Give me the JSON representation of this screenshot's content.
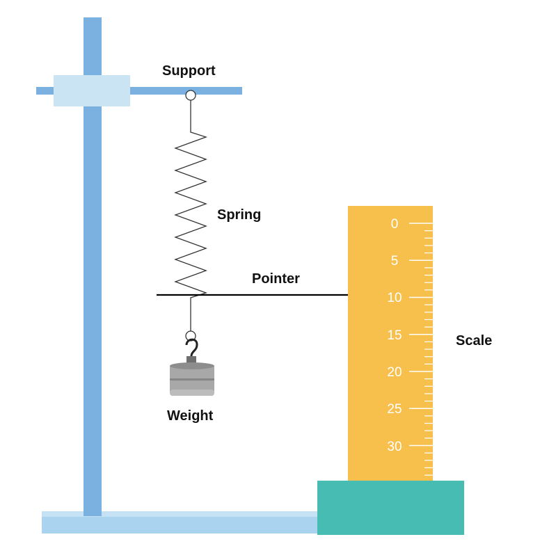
{
  "labels": {
    "support": "Support",
    "spring": "Spring",
    "pointer": "Pointer",
    "weight": "Weight",
    "scale": "Scale"
  },
  "scale": {
    "tick_labels": [
      "0",
      "5",
      "10",
      "15",
      "20",
      "25",
      "30"
    ],
    "pointer_reading": 10
  },
  "colors": {
    "stand": "#7bb1e0",
    "base_plate": "#a9d3ee",
    "clamp": "#cbe4f3",
    "ruler": "#f7c04d",
    "ruler_base": "#46bcb2",
    "weight": "#a8a8a8",
    "spring": "#333333"
  }
}
